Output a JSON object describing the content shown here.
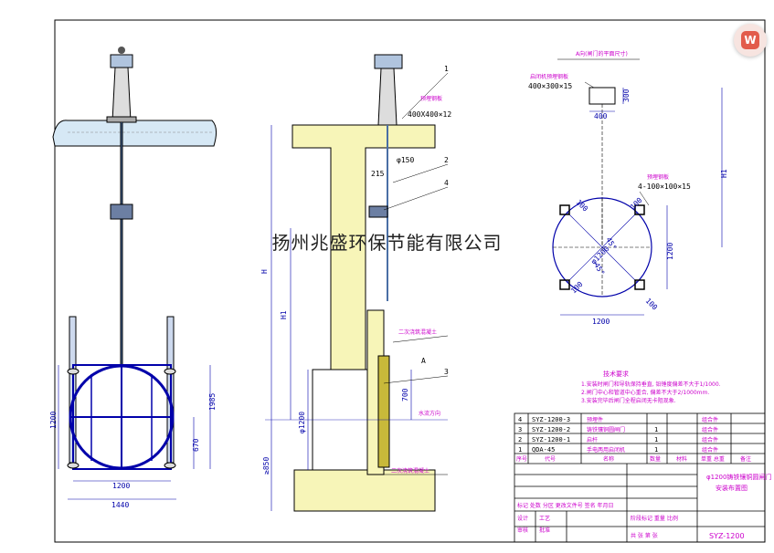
{
  "watermark": "扬州兆盛环保节能有限公司",
  "corner_button": {
    "icon": "document-w-icon",
    "glyph": "W"
  },
  "front_view": {
    "dims": {
      "width_inner": "1200",
      "width_outer": "1440",
      "height_left": "1200",
      "h_total": "1985",
      "h_bottom": "670"
    }
  },
  "side_view": {
    "labels": {
      "embed_plate": "预埋钢板",
      "embed_size": "400X400×12",
      "phi150": "φ150",
      "dim215": "215",
      "concrete_top": "二次浇筑混凝土",
      "concrete_bottom": "二次浇筑混凝土",
      "flow": "水流方向",
      "A": "A"
    },
    "dims": {
      "H": "H",
      "H1": "H1",
      "phi1200": "φ1200",
      "d700": "700",
      "d850": "≥850"
    },
    "balloons": [
      "1",
      "2",
      "4",
      "3"
    ]
  },
  "a_view": {
    "title": "A向(闸门的平面尺寸)",
    "plate_label": "启闭机预埋钢板",
    "plate_size": "400×300×15",
    "d400": "400",
    "d300": "300",
    "dH1": "H1",
    "embed_label": "预埋钢板",
    "embed_size": "4-100×100×15",
    "d100a": "100",
    "d100b": "100",
    "d100c": "100",
    "d100d": "100",
    "d1200_side": "1200",
    "d1200_bottom": "1200",
    "circle_label": "φ1200",
    "angle_a": "45°",
    "angle_b": "45°"
  },
  "notes": {
    "title": "技术要求",
    "lines": [
      "1.安装时闸门和导轨保持垂直, 铅锤度偏差不大于1/1000.",
      "2.闸门中心和管道中心重合, 偏差不大于2/1000mm.",
      "3.安装完毕后闸门全程启闭无卡阻现象."
    ]
  },
  "parts_table": {
    "rows": [
      {
        "no": "4",
        "code": "SYZ-1200-3",
        "name": "预埋件",
        "qty": "",
        "note": "组合件"
      },
      {
        "no": "3",
        "code": "SYZ-1200-2",
        "name": "铸铁镶铜圆闸门",
        "qty": "1",
        "note": "组合件"
      },
      {
        "no": "2",
        "code": "SYZ-1200-1",
        "name": "启杆",
        "qty": "1",
        "note": "组合件"
      },
      {
        "no": "1",
        "code": "QDA-45",
        "name": "手电两用启闭机",
        "qty": "1",
        "note": "组合件"
      }
    ],
    "header": {
      "no": "序号",
      "code": "代号",
      "name": "名称",
      "qty": "数量",
      "material": "材料",
      "weight": "单重 总重",
      "note": "备注"
    }
  },
  "title_block": {
    "title": "φ1200铸铁镶铜圆闸门",
    "subtitle": "安装布置图",
    "drawing_no": "SYZ-1200",
    "scale_row": "标记 处数 分区 更改文件号 签名 年月日",
    "stage_row": "阶段标记 重量 比例",
    "sheet_row": "共 张 第 张",
    "sign_rows": [
      "设计",
      "审核",
      "工艺",
      "批准"
    ]
  }
}
